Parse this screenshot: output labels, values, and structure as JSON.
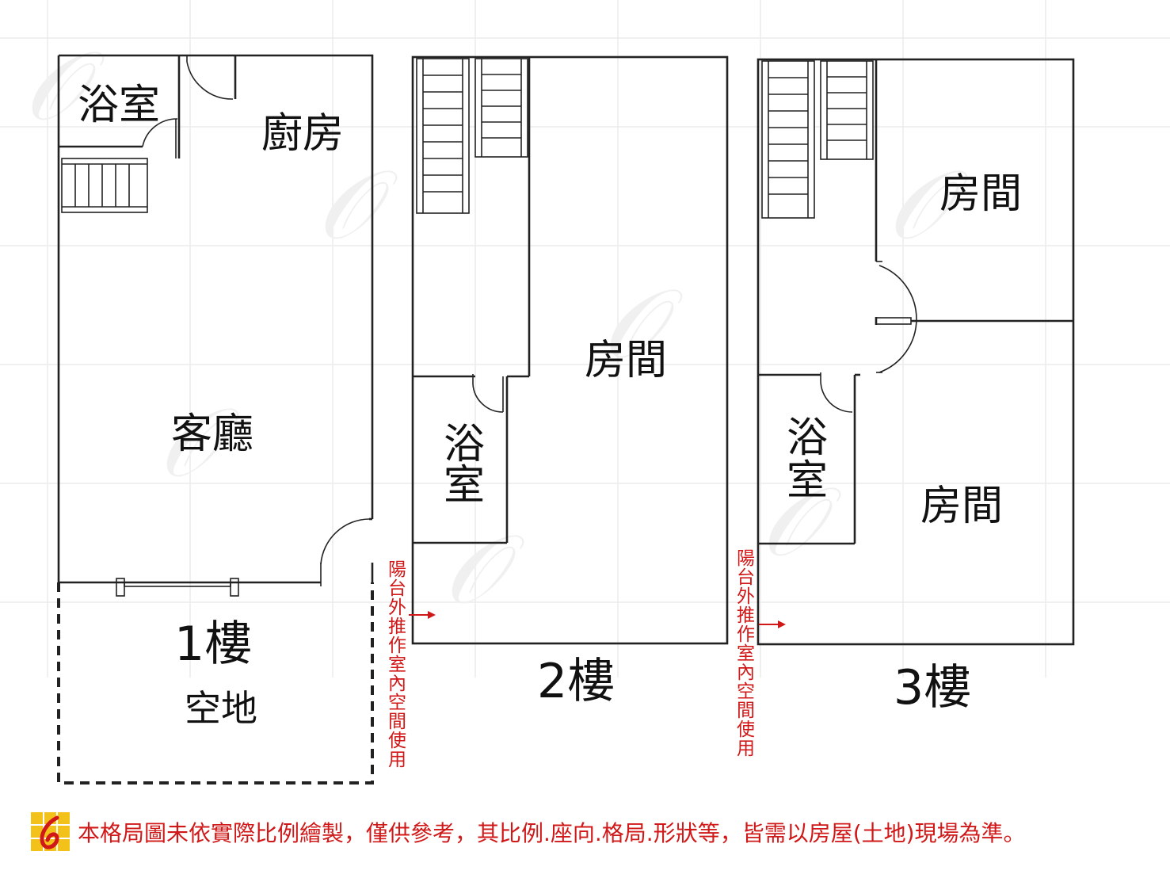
{
  "rooms": {
    "f1_bathroom": "浴室",
    "f1_kitchen": "廚房",
    "f1_living": "客廳",
    "f1_open_space": "空地",
    "f2_room": "房間",
    "f2_bathroom_a": "浴",
    "f2_bathroom_b": "室",
    "f3_room_top": "房間",
    "f3_room_bottom": "房間",
    "f3_bathroom_a": "浴",
    "f3_bathroom_b": "室"
  },
  "floors": {
    "f1": "1樓",
    "f2": "2樓",
    "f3": "3樓"
  },
  "balcony_note": [
    "陽",
    "台",
    "外",
    "推",
    "作",
    "室",
    "內",
    "空",
    "間",
    "使",
    "用"
  ],
  "disclaimer": "本格局圖未依實際比例繪製，僅供參考，其比例.座向.格局.形狀等，皆需以房屋(土地)現場為準。",
  "colors": {
    "note": "#d01818",
    "wall": "#222222",
    "logo_yellow": "#f2c21b",
    "logo_red": "#d01818"
  }
}
